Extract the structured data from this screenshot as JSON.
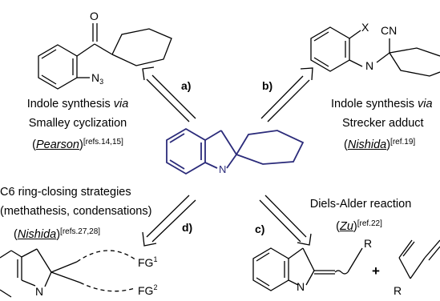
{
  "center": {
    "atom_n": "N"
  },
  "route_a": {
    "letter": "a)",
    "line1_pre": "Indole synthesis ",
    "line1_em": "via",
    "line2": "Smalley cyclization",
    "author": "Pearson",
    "ref": "[refs.14,15]",
    "atom_o": "O",
    "atom_n3": "N",
    "atom_n3_sub": "3"
  },
  "route_b": {
    "letter": "b)",
    "line1_pre": "Indole synthesis ",
    "line1_em": "via",
    "line2": "Strecker adduct",
    "author": "Nishida",
    "ref": "[ref.19]",
    "atom_x": "X",
    "atom_cn": "CN",
    "atom_n": "N"
  },
  "route_c": {
    "letter": "c)",
    "line1": "Diels-Alder reaction",
    "author": "Zu",
    "ref": "[ref.22]",
    "atom_r1": "R",
    "atom_r2": "R",
    "atom_n": "N",
    "plus": "+"
  },
  "route_d": {
    "letter": "d)",
    "line1": "C6 ring-closing strategies",
    "line2": "(methathesis, condensations)",
    "author": "Nishida",
    "ref": "[refs.27,28]",
    "fg1": "FG",
    "fg1_sup": "1",
    "fg2": "FG",
    "fg2_sup": "2",
    "atom_n": "N"
  }
}
